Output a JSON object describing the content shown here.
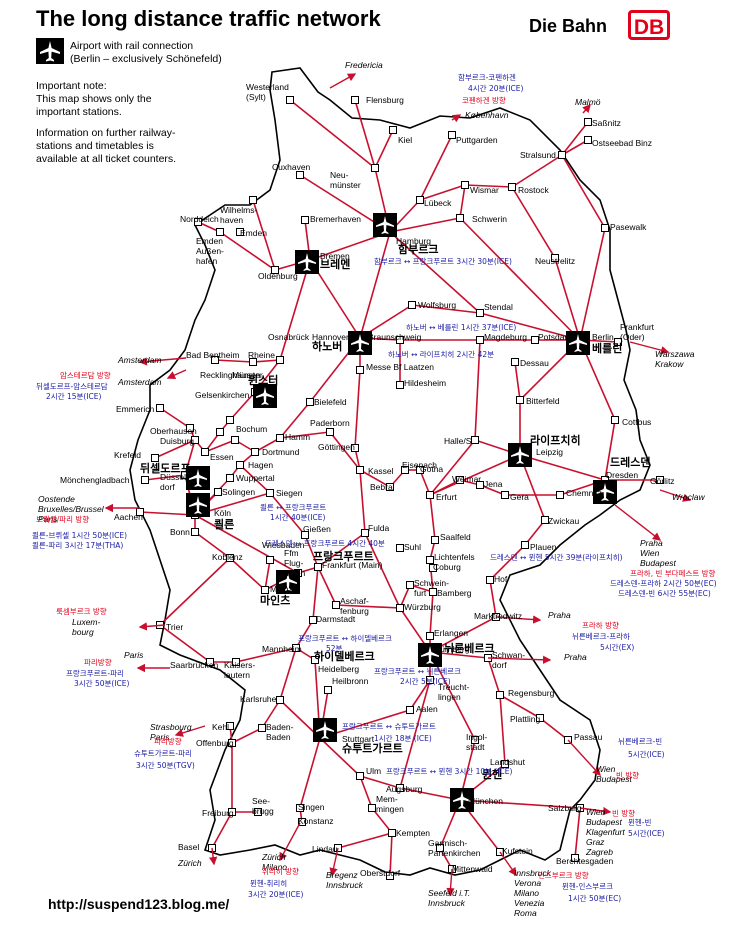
{
  "header": {
    "title": "The long distance traffic network",
    "brand": "Die Bahn",
    "logo": "DB"
  },
  "legend": {
    "airport_icon": "airplane-icon",
    "airport_line1": "Airport with rail connection",
    "airport_line2": "(Berlin – exclusively Schönefeld)"
  },
  "note": {
    "title": "Important note:",
    "line1": "This map shows only the",
    "line2": "important stations.",
    "info1": "Information on further railway-",
    "info2": "stations and timetables is",
    "info3": "available at all ticket counters."
  },
  "footer": {
    "url": "http://suspend123.blog.me/"
  },
  "colors": {
    "rail": "#c8102e",
    "accent": "#e2001a",
    "annotation_red": "#e2001a",
    "annotation_blue": "#1a1aa6",
    "border": "#000000"
  },
  "stations": [
    {
      "id": "westerland",
      "label": "Westerland\n(Sylt)"
    },
    {
      "id": "flensburg",
      "label": "Flensburg"
    },
    {
      "id": "kiel",
      "label": "Kiel"
    },
    {
      "id": "puttgarden",
      "label": "Puttgarden"
    },
    {
      "id": "sassnitz",
      "label": "Saßnitz"
    },
    {
      "id": "binz",
      "label": "Ostseebad Binz"
    },
    {
      "id": "stralsund",
      "label": "Stralsund"
    },
    {
      "id": "rostock",
      "label": "Rostock"
    },
    {
      "id": "wismar",
      "label": "Wismar"
    },
    {
      "id": "neumuenster",
      "label": "Neu-\nmünster"
    },
    {
      "id": "luebeck",
      "label": "Lübeck"
    },
    {
      "id": "cuxhaven",
      "label": "Cuxhaven"
    },
    {
      "id": "wilhelmshaven",
      "label": "Wilhelms-\nhaven"
    },
    {
      "id": "norddeich",
      "label": "Norddeich"
    },
    {
      "id": "bremerhaven",
      "label": "Bremerhaven"
    },
    {
      "id": "emden",
      "label": "Emden\nAußen-\nhafen"
    },
    {
      "id": "emden2",
      "label": "Emden"
    },
    {
      "id": "oldenburg",
      "label": "Oldenburg"
    },
    {
      "id": "bremen",
      "label": "Bremen"
    },
    {
      "id": "hamburg",
      "label": "Hamburg"
    },
    {
      "id": "schwerin",
      "label": "Schwerin"
    },
    {
      "id": "neustrelitz",
      "label": "Neustrelitz"
    },
    {
      "id": "pasewalk",
      "label": "Pasewalk"
    },
    {
      "id": "wolfsburg",
      "label": "Wolfsburg"
    },
    {
      "id": "stendal",
      "label": "Stendal"
    },
    {
      "id": "hannover",
      "label": "Hannover"
    },
    {
      "id": "braunschweig",
      "label": "Braunschweig"
    },
    {
      "id": "magdeburg",
      "label": "Magdeburg"
    },
    {
      "id": "potsdam",
      "label": "Potsdam"
    },
    {
      "id": "berlin",
      "label": "Berlin"
    },
    {
      "id": "frankfurt_oder",
      "label": "Frankfurt\n(Oder)"
    },
    {
      "id": "bad_bentheim",
      "label": "Bad Bentheim"
    },
    {
      "id": "rheine",
      "label": "Rheine"
    },
    {
      "id": "osnabrueck",
      "label": "Osnabrück"
    },
    {
      "id": "messe",
      "label": "Messe Bf Laatzen"
    },
    {
      "id": "hildesheim",
      "label": "Hildesheim"
    },
    {
      "id": "dessau",
      "label": "Dessau"
    },
    {
      "id": "bitterfeld",
      "label": "Bitterfeld"
    },
    {
      "id": "cottbus",
      "label": "Cottbus"
    },
    {
      "id": "muenster",
      "label": "Münster"
    },
    {
      "id": "recklinghausen",
      "label": "Recklinghausen"
    },
    {
      "id": "gelsenkirchen",
      "label": "Gelsenkirchen"
    },
    {
      "id": "bielefeld",
      "label": "Bielefeld"
    },
    {
      "id": "emmerich",
      "label": "Emmerich"
    },
    {
      "id": "oberhausen",
      "label": "Oberhausen"
    },
    {
      "id": "duisburg",
      "label": "Duisburg"
    },
    {
      "id": "bochum",
      "label": "Bochum"
    },
    {
      "id": "hamm",
      "label": "Hamm"
    },
    {
      "id": "paderborn",
      "label": "Paderborn"
    },
    {
      "id": "goettingen",
      "label": "Göttingen"
    },
    {
      "id": "halle",
      "label": "Halle/S."
    },
    {
      "id": "leipzig",
      "label": "Leipzig"
    },
    {
      "id": "dresden",
      "label": "Dresden"
    },
    {
      "id": "goerlitz",
      "label": "Görlitz"
    },
    {
      "id": "essen",
      "label": "Essen"
    },
    {
      "id": "dortmund",
      "label": "Dortmund"
    },
    {
      "id": "krefeld",
      "label": "Krefeld"
    },
    {
      "id": "moenchengladbach",
      "label": "Mönchengladbach"
    },
    {
      "id": "duesseldorf",
      "label": "Düssel-\ndorf"
    },
    {
      "id": "hagen",
      "label": "Hagen"
    },
    {
      "id": "wuppertal",
      "label": "Wuppertal"
    },
    {
      "id": "kassel",
      "label": "Kassel"
    },
    {
      "id": "eisenach",
      "label": "Eisenach"
    },
    {
      "id": "gotha",
      "label": "Gotha"
    },
    {
      "id": "weimar",
      "label": "Weimar"
    },
    {
      "id": "jena",
      "label": "Jena"
    },
    {
      "id": "gera",
      "label": "Gera"
    },
    {
      "id": "chemnitz",
      "label": "Chemnitz"
    },
    {
      "id": "solingen",
      "label": "Solingen"
    },
    {
      "id": "siegen",
      "label": "Siegen"
    },
    {
      "id": "bebra",
      "label": "Bebra"
    },
    {
      "id": "erfurt",
      "label": "Erfurt"
    },
    {
      "id": "aachen",
      "label": "Aachen"
    },
    {
      "id": "koeln",
      "label": "Köln"
    },
    {
      "id": "bonn",
      "label": "Bonn"
    },
    {
      "id": "giessen",
      "label": "Gießen"
    },
    {
      "id": "fulda",
      "label": "Fulda"
    },
    {
      "id": "suhl",
      "label": "Suhl"
    },
    {
      "id": "saalfeld",
      "label": "Saalfeld"
    },
    {
      "id": "lichtenfels",
      "label": "Lichtenfels"
    },
    {
      "id": "zwickau",
      "label": "Zwickau"
    },
    {
      "id": "plauen",
      "label": "Plauen"
    },
    {
      "id": "koblenz",
      "label": "Koblenz"
    },
    {
      "id": "wiesbaden",
      "label": "Wiesbaden"
    },
    {
      "id": "ffm_airport",
      "label": "Ffm\nFlug-\nhafen"
    },
    {
      "id": "frankfurt_main",
      "label": "Frankfurt (Main)"
    },
    {
      "id": "coburg",
      "label": "Coburg"
    },
    {
      "id": "hof",
      "label": "Hof"
    },
    {
      "id": "schweinfurt",
      "label": "Schwein-\nfurt"
    },
    {
      "id": "bamberg",
      "label": "Bamberg"
    },
    {
      "id": "mainz",
      "label": "Mainz"
    },
    {
      "id": "aschaffenburg",
      "label": "Aschaf-\nfenburg"
    },
    {
      "id": "wuerzburg",
      "label": "Würzburg"
    },
    {
      "id": "darmstadt",
      "label": "Darmstadt"
    },
    {
      "id": "marktredwitz",
      "label": "Marktredwitz"
    },
    {
      "id": "trier",
      "label": "Trier"
    },
    {
      "id": "erlangen",
      "label": "Erlangen"
    },
    {
      "id": "nuernberg",
      "label": "Nürnberg"
    },
    {
      "id": "schwandorf",
      "label": "Schwan-\ndorf"
    },
    {
      "id": "mannheim",
      "label": "Mannheim"
    },
    {
      "id": "heidelberg",
      "label": "Heidelberg"
    },
    {
      "id": "saarbruecken",
      "label": "Saarbrücken"
    },
    {
      "id": "kaiserslautern",
      "label": "Kaisers-\nlautern"
    },
    {
      "id": "heilbronn",
      "label": "Heilbronn"
    },
    {
      "id": "treuchtlingen",
      "label": "Treucht-\nlingen"
    },
    {
      "id": "regensburg",
      "label": "Regensburg"
    },
    {
      "id": "karlsruhe",
      "label": "Karlsruhe"
    },
    {
      "id": "aalen",
      "label": "Aalen"
    },
    {
      "id": "plattling",
      "label": "Plattling"
    },
    {
      "id": "kehl",
      "label": "Kehl"
    },
    {
      "id": "baden_baden",
      "label": "Baden-\nBaden"
    },
    {
      "id": "ingolstadt",
      "label": "Ingol-\nstadt"
    },
    {
      "id": "offenburg",
      "label": "Offenburg"
    },
    {
      "id": "stuttgart",
      "label": "Stuttgart"
    },
    {
      "id": "passau",
      "label": "Passau"
    },
    {
      "id": "landshut",
      "label": "Landshut"
    },
    {
      "id": "ulm",
      "label": "Ulm"
    },
    {
      "id": "augsburg",
      "label": "Augsburg"
    },
    {
      "id": "muenchen",
      "label": "München"
    },
    {
      "id": "freiburg",
      "label": "Freiburg"
    },
    {
      "id": "seebrugg",
      "label": "See-\nbrugg"
    },
    {
      "id": "singen",
      "label": "Singen"
    },
    {
      "id": "memmingen",
      "label": "Mem-\nmingen"
    },
    {
      "id": "salzburg",
      "label": "Salzburg"
    },
    {
      "id": "konstanz",
      "label": "Konstanz"
    },
    {
      "id": "kempten",
      "label": "Kempten"
    },
    {
      "id": "basel",
      "label": "Basel"
    },
    {
      "id": "lindau",
      "label": "Lindau"
    },
    {
      "id": "garmisch",
      "label": "Garmisch-\nPartenkirchen"
    },
    {
      "id": "kufstein",
      "label": "Kufstein"
    },
    {
      "id": "berchtesgaden",
      "label": "Berchtesgaden"
    },
    {
      "id": "oberstdorf",
      "label": "Oberstdorf"
    },
    {
      "id": "mittenwald",
      "label": "Mittenwald"
    }
  ],
  "destinations": [
    {
      "id": "fredericia",
      "label": "Fredericia"
    },
    {
      "id": "kobenhavn",
      "label": "København"
    },
    {
      "id": "malmo",
      "label": "Malmö"
    },
    {
      "id": "warszawa",
      "label": "Warszawa\nKrakow"
    },
    {
      "id": "amsterdam1",
      "label": "Amsterdam"
    },
    {
      "id": "amsterdam2",
      "label": "Amsterdam"
    },
    {
      "id": "oostende",
      "label": "Oostende\nBruxelles/Brussel\nParis"
    },
    {
      "id": "wroclaw",
      "label": "Wroclaw"
    },
    {
      "id": "praha1",
      "label": "Praha\nWien\nBudapest"
    },
    {
      "id": "luxembourg",
      "label": "Luxem-\nbourg"
    },
    {
      "id": "praha2",
      "label": "Praha"
    },
    {
      "id": "praha3",
      "label": "Praha"
    },
    {
      "id": "paris",
      "label": "Paris"
    },
    {
      "id": "strasbourg",
      "label": "Strasbourg\nParis"
    },
    {
      "id": "wien_budapest",
      "label": "Wien\nBudapest"
    },
    {
      "id": "wien2",
      "label": "Wien\nBudapest\nKlagenfurt\nGraz\nZagreb"
    },
    {
      "id": "zuerich1",
      "label": "Zürich"
    },
    {
      "id": "zuerich2",
      "label": "Zürich\nMilano"
    },
    {
      "id": "bregenz",
      "label": "Bregenz\nInnsbruck"
    },
    {
      "id": "seefeld",
      "label": "Seefeld i.T.\nInnsbruck"
    },
    {
      "id": "innsbruck",
      "label": "Innsbruck\nVerona\nMilano\nVenezia\nRoma"
    }
  ],
  "korean_names": [
    {
      "id": "hamburg_ko",
      "label": "함부르크"
    },
    {
      "id": "bremen_ko",
      "label": "브레멘"
    },
    {
      "id": "hannover_ko",
      "label": "하노버"
    },
    {
      "id": "berlin_ko",
      "label": "베를린"
    },
    {
      "id": "muenster_ko",
      "label": "뮌스터"
    },
    {
      "id": "leipzig_ko",
      "label": "라이프치히"
    },
    {
      "id": "dresden_ko",
      "label": "드레스덴"
    },
    {
      "id": "duesseldorf_ko",
      "label": "뒤셀도르프"
    },
    {
      "id": "koeln_ko",
      "label": "쾰른"
    },
    {
      "id": "frankfurt_ko",
      "label": "프랑크푸르트"
    },
    {
      "id": "mainz_ko",
      "label": "마인츠"
    },
    {
      "id": "heidelberg_ko",
      "label": "하이델베르크"
    },
    {
      "id": "nuernberg_ko",
      "label": "뉘른베르크"
    },
    {
      "id": "stuttgart_ko",
      "label": "슈투트가르트"
    },
    {
      "id": "muenchen_ko",
      "label": "뮌헨"
    }
  ],
  "annotations": [
    {
      "id": "a1",
      "color": "blue",
      "label": "함부르크-코펜하겐"
    },
    {
      "id": "a2",
      "color": "blue",
      "label": "4시간 20분(ICE)"
    },
    {
      "id": "a3",
      "color": "red",
      "label": "코펜하겐 방향"
    },
    {
      "id": "a4",
      "color": "blue",
      "label": "함부르크 ↔ 프랑크푸르트 3시간 30분(ICE)"
    },
    {
      "id": "a5",
      "color": "blue",
      "label": "하노버 ↔ 베를린 1시간 37분(ICE)"
    },
    {
      "id": "a6",
      "color": "blue",
      "label": "하노버 ↔ 라이프치히 2시간 42분"
    },
    {
      "id": "a7",
      "color": "red",
      "label": "암스테르담 방향"
    },
    {
      "id": "a8",
      "color": "blue",
      "label": "뒤셀도르프-암스테르담"
    },
    {
      "id": "a9",
      "color": "blue",
      "label": "2시간 15분(ICE)"
    },
    {
      "id": "a10",
      "color": "red",
      "label": "브뤼셀/파리 방향"
    },
    {
      "id": "a11",
      "color": "blue",
      "label": "쾰른-브뤼셀 1시간 50분(ICE)"
    },
    {
      "id": "a12",
      "color": "blue",
      "label": "쾰른-파리 3시간 17분(THA)"
    },
    {
      "id": "a13",
      "color": "blue",
      "label": "쾰른 ↔ 프랑크푸르트"
    },
    {
      "id": "a14",
      "color": "blue",
      "label": "1시간 40분(ICE)"
    },
    {
      "id": "a15",
      "color": "blue",
      "label": "드레스덴 ↔ 프랑크푸르트 4시간 40분"
    },
    {
      "id": "a16",
      "color": "blue",
      "label": "드레스덴 ↔ 뮌헨 5시간 39분(라이프치히)"
    },
    {
      "id": "a17",
      "color": "red",
      "label": "프라하, 빈 부다페스트 방향"
    },
    {
      "id": "a18",
      "color": "blue",
      "label": "드레스덴-프라하 2시간 50분(EC)"
    },
    {
      "id": "a19",
      "color": "blue",
      "label": "드레스덴-빈 6시간 55분(EC)"
    },
    {
      "id": "a20",
      "color": "red",
      "label": "룩셈부르크 방향"
    },
    {
      "id": "a21",
      "color": "red",
      "label": "프라하 방향"
    },
    {
      "id": "a22",
      "color": "blue",
      "label": "뉘른베르크-프라하"
    },
    {
      "id": "a23",
      "color": "blue",
      "label": "5시간(EX)"
    },
    {
      "id": "a24",
      "color": "blue",
      "label": "프랑크푸르트 ↔ 하이델베르크"
    },
    {
      "id": "a25",
      "color": "blue",
      "label": "52분"
    },
    {
      "id": "a26",
      "color": "red",
      "label": "파리방향"
    },
    {
      "id": "a27",
      "color": "blue",
      "label": "프랑크푸르트-파리"
    },
    {
      "id": "a28",
      "color": "blue",
      "label": "3시간 50분(ICE)"
    },
    {
      "id": "a29",
      "color": "blue",
      "label": "프랑크푸르트 ↔ 뉘른베르크"
    },
    {
      "id": "a30",
      "color": "blue",
      "label": "2시간 5분(ICE)"
    },
    {
      "id": "a31",
      "color": "blue",
      "label": "프랑크푸르트 ↔ 슈투트가르트"
    },
    {
      "id": "a32",
      "color": "blue",
      "label": "1시간 18분 (ICE)"
    },
    {
      "id": "a33",
      "color": "red",
      "label": "파리방향"
    },
    {
      "id": "a34",
      "color": "blue",
      "label": "슈투트가르트-파리"
    },
    {
      "id": "a35",
      "color": "blue",
      "label": "3시간 50분(TGV)"
    },
    {
      "id": "a36",
      "color": "blue",
      "label": "뉘른베르크-빈"
    },
    {
      "id": "a37",
      "color": "blue",
      "label": "5시간(ICE)"
    },
    {
      "id": "a38",
      "color": "blue",
      "label": "프랑크푸르트 ↔ 뮌헨 3시간 10분 (ICE)"
    },
    {
      "id": "a39",
      "color": "red",
      "label": "빈 방향"
    },
    {
      "id": "a40",
      "color": "red",
      "label": "빈 방향"
    },
    {
      "id": "a41",
      "color": "blue",
      "label": "뮌헨-빈"
    },
    {
      "id": "a42",
      "color": "blue",
      "label": "5시간(ICE)"
    },
    {
      "id": "a43",
      "color": "red",
      "label": "취리히 방향"
    },
    {
      "id": "a44",
      "color": "blue",
      "label": "뮌헨-취리히"
    },
    {
      "id": "a45",
      "color": "blue",
      "label": "3시간 20분(ICE)"
    },
    {
      "id": "a46",
      "color": "red",
      "label": "인스부르크 방향"
    },
    {
      "id": "a47",
      "color": "blue",
      "label": "뮌헨-인스부르크"
    },
    {
      "id": "a48",
      "color": "blue",
      "label": "1시간 50분(EC)"
    }
  ]
}
